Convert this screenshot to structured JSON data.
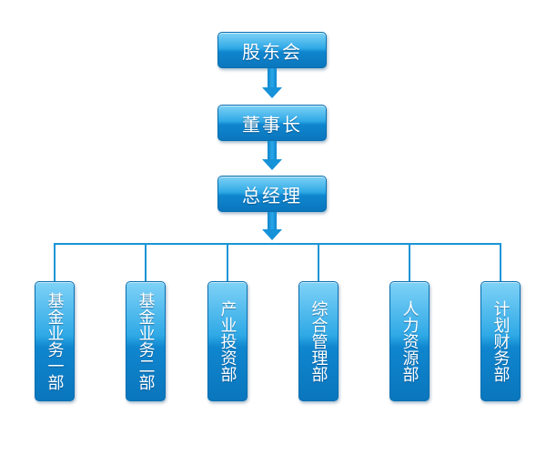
{
  "diagram": {
    "shareholders": "股东会",
    "chairman": "董事长",
    "general_manager": "总经理",
    "departments": [
      "基金业务一部",
      "基金业务二部",
      "产业投资部",
      "综合管理部",
      "人力资源部",
      "计划财务部"
    ]
  },
  "colors": {
    "box_light": "#7fd2f7",
    "box_dark": "#0a76bd",
    "connector": "#1a94d6",
    "text": "#ffffff",
    "background": "#ffffff"
  }
}
